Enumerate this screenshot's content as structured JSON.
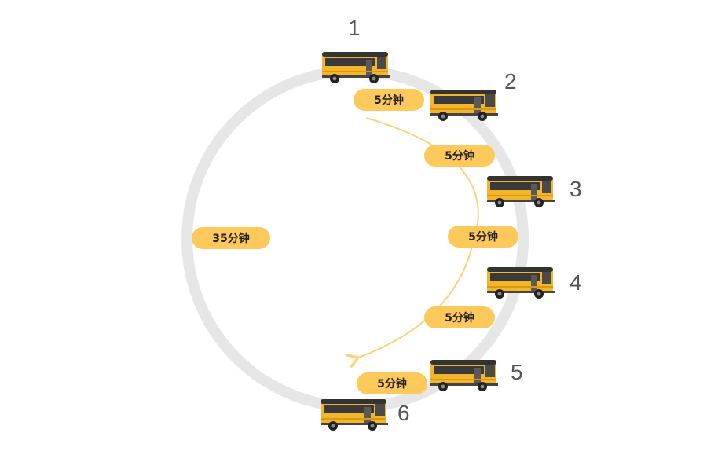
{
  "colors": {
    "ring": "#E6E6E6",
    "arrow": "#FDD27A",
    "pill": "#FDC95A",
    "bus_body": "#F2B52C",
    "label": "#555555"
  },
  "buses": [
    {
      "number": "1",
      "icon": "bus-icon"
    },
    {
      "number": "2",
      "icon": "bus-icon"
    },
    {
      "number": "3",
      "icon": "bus-icon"
    },
    {
      "number": "4",
      "icon": "bus-icon"
    },
    {
      "number": "5",
      "icon": "bus-icon"
    },
    {
      "number": "6",
      "icon": "bus-icon"
    }
  ],
  "intervals": [
    {
      "label": "5分钟"
    },
    {
      "label": "5分钟"
    },
    {
      "label": "5分钟"
    },
    {
      "label": "5分钟"
    },
    {
      "label": "5分钟"
    }
  ],
  "loop_interval": {
    "label": "35分钟"
  }
}
